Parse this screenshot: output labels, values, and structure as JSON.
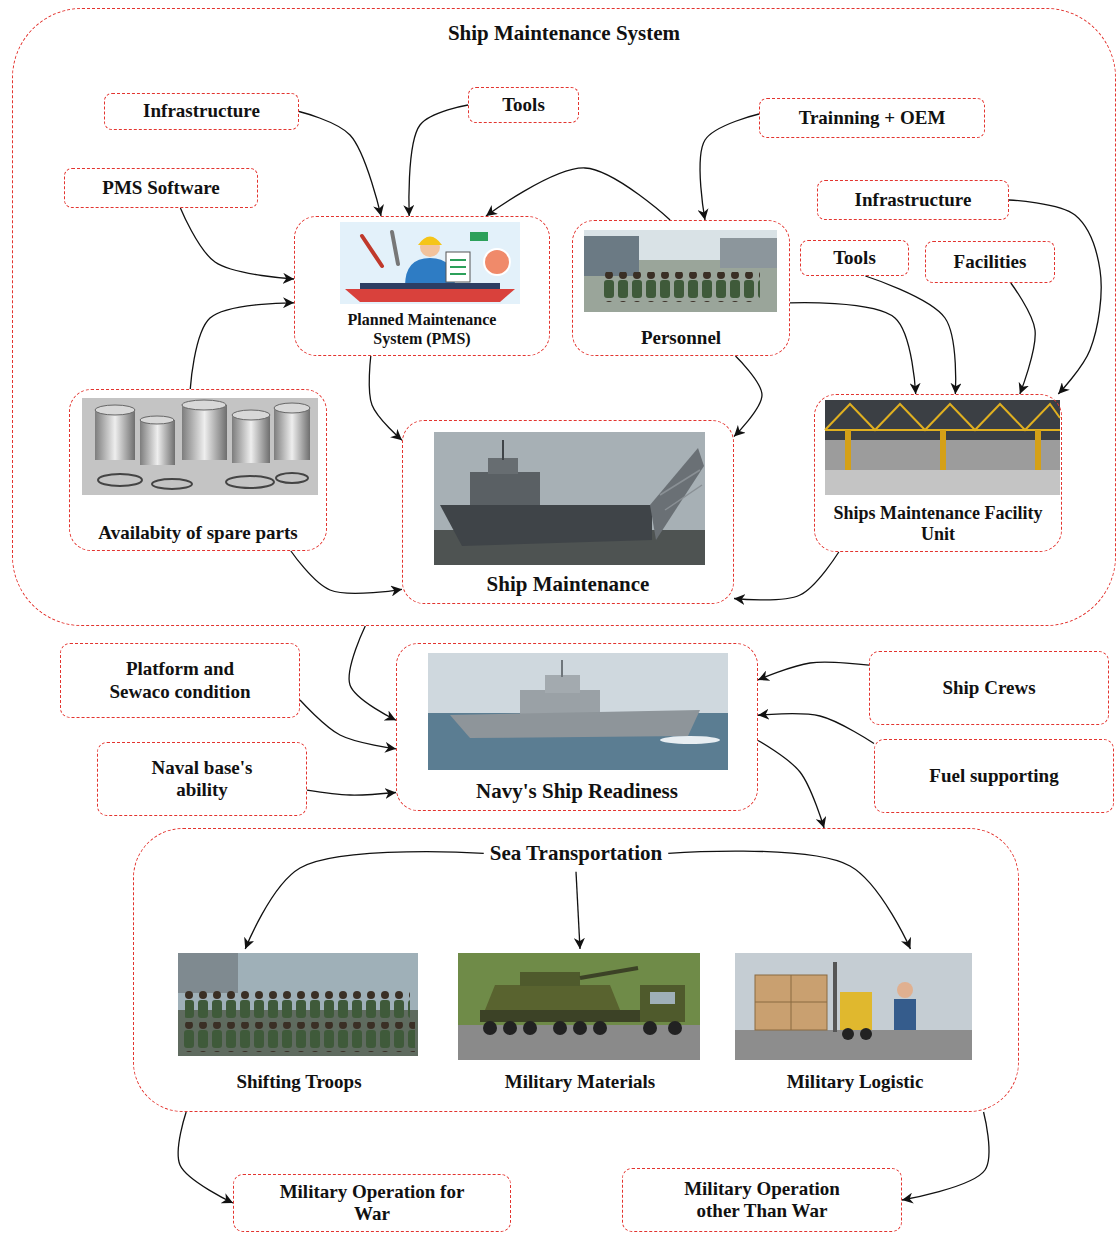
{
  "diagram": {
    "nodes": [
      {
        "text": [
          "Ship Maintenance System"
        ]
      },
      {
        "text": [
          "Infrastructure"
        ],
        "in": 0
      },
      {
        "text": [
          "Tools"
        ],
        "in": 0
      },
      {
        "text": [
          "Trainning + OEM"
        ],
        "in": 0
      },
      {
        "text": [
          "PMS Software"
        ],
        "in": 0
      },
      {
        "text": [
          "Planned Maintenance System (PMS)"
        ],
        "in": 0
      },
      {
        "text": [
          "Personnel"
        ],
        "in": 0
      },
      {
        "text": [
          "Infrastructure"
        ],
        "in": 0
      },
      {
        "text": [
          "Tools"
        ],
        "in": 0
      },
      {
        "text": [
          "Facilities"
        ],
        "in": 0
      },
      {
        "text": [
          "Availabity of spare parts"
        ],
        "in": 0
      },
      {
        "text": [
          "Ship Maintenance"
        ],
        "in": 0
      },
      {
        "text": [
          "Ships Maintenance Facility Unit"
        ],
        "in": 0
      },
      {
        "text": [
          "Platform and Sewaco condition"
        ]
      },
      {
        "text": [
          "Navy's Ship Readiness"
        ]
      },
      {
        "text": [
          "Ship Crews"
        ]
      },
      {
        "text": [
          "Naval base's ability"
        ]
      },
      {
        "text": [
          "Fuel supporting"
        ]
      },
      {
        "text": [
          "Sea Transportation"
        ]
      },
      {
        "text": [
          "Shifting Troops"
        ],
        "in": 18
      },
      {
        "text": [
          "Military Materials"
        ],
        "in": 18
      },
      {
        "text": [
          "Military Logistic"
        ],
        "in": 18
      },
      {
        "text": [
          "Military Operation for War"
        ]
      },
      {
        "text": [
          "Military Operation other Than War"
        ]
      }
    ],
    "edges": [
      {
        "from": 1,
        "to": 5,
        "arrow": "to"
      },
      {
        "from": 2,
        "to": 5,
        "arrow": "to"
      },
      {
        "from": 3,
        "to": 6,
        "arrow": "to"
      },
      {
        "from": 6,
        "to": 5,
        "arrow": "to"
      },
      {
        "from": 4,
        "to": 5,
        "arrow": "to"
      },
      {
        "from": 10,
        "to": 5,
        "arrow": "to"
      },
      {
        "from": 5,
        "to": 11,
        "arrow": "to"
      },
      {
        "from": 6,
        "to": 11,
        "arrow": "to"
      },
      {
        "from": 6,
        "to": 12,
        "arrow": "to"
      },
      {
        "from": 8,
        "to": 12,
        "arrow": "to"
      },
      {
        "from": 9,
        "to": 12,
        "arrow": "to"
      },
      {
        "from": 7,
        "to": 12,
        "arrow": "to"
      },
      {
        "from": 10,
        "to": 11,
        "arrow": "to"
      },
      {
        "from": 12,
        "to": 11,
        "arrow": "to"
      },
      {
        "from": 0,
        "to": 14,
        "arrow": "to"
      },
      {
        "from": 13,
        "to": 14,
        "arrow": "to"
      },
      {
        "from": 16,
        "to": 14,
        "arrow": "to"
      },
      {
        "from": 15,
        "to": 14,
        "arrow": "to"
      },
      {
        "from": 17,
        "to": 14,
        "arrow": "to"
      },
      {
        "from": 14,
        "to": 18,
        "arrow": "to"
      },
      {
        "from": 18,
        "to": 19,
        "arrow": "to"
      },
      {
        "from": 18,
        "to": 20,
        "arrow": "to"
      },
      {
        "from": 18,
        "to": 21,
        "arrow": "to"
      },
      {
        "from": 18,
        "to": 22,
        "arrow": "to"
      },
      {
        "from": 18,
        "to": 23,
        "arrow": "to"
      }
    ]
  }
}
